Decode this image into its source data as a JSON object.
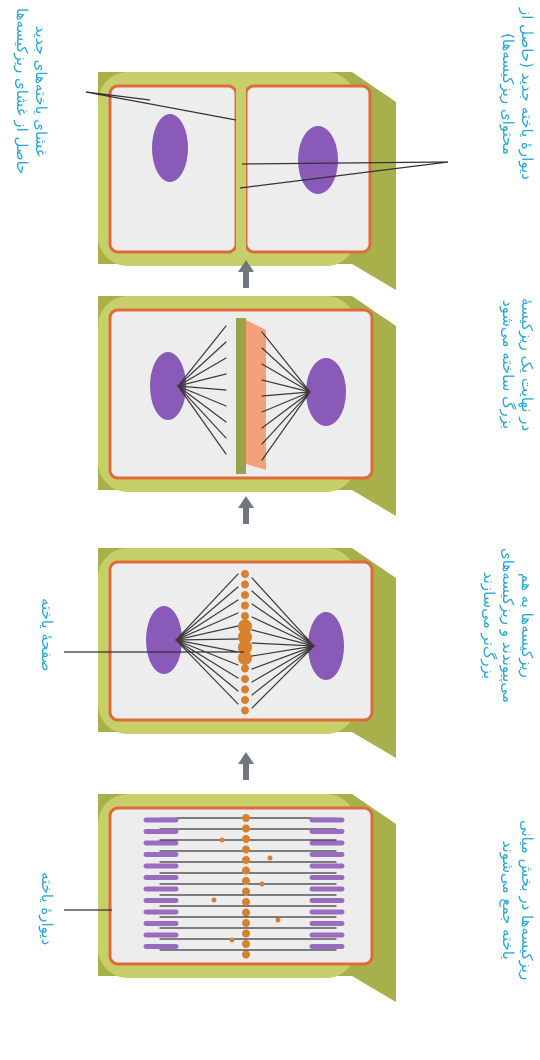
{
  "figure": {
    "labels": {
      "cell_wall": "دیوارهٔ یاخته",
      "cell_plate": "صفحهٔ یاخته",
      "new_membranes_line1": "غشای یاخته‌های جدید",
      "new_membranes_line2": "حاصل از غشای ریزکیسه‌ها",
      "new_wall_line1": "دیوارهٔ یاخته جدید (حاصل از",
      "new_wall_line2": "محتوای ریزکیسه‌ها)"
    },
    "stage_captions": [
      {
        "line1": "ریزکیسه‌ها در بخش میانی",
        "line2": "یاخته جمع می‌شوند"
      },
      {
        "line1": "ریزکیسه‌ها به هم",
        "line2": "می‌پیوندند و ریزکیسه‌های",
        "line3": "بزرگ‌تر می‌سازند"
      },
      {
        "line1": "در نهایت یک ریزکیسهٔ",
        "line2": "بزرگ ساخته می‌شود"
      }
    ],
    "colors": {
      "wall_green": "#c7cf6b",
      "wall_dark": "#a7b04a",
      "membrane": "#e06a3c",
      "cytoplasm": "#ededed",
      "chromosome": "#9b6bc0",
      "nucleus": "#8a5ab8",
      "spindle": "#3a3a3a",
      "vesicle": "#d8802e",
      "label_blue": "#2aa7d6",
      "arrow_grey": "#6f7880"
    }
  }
}
